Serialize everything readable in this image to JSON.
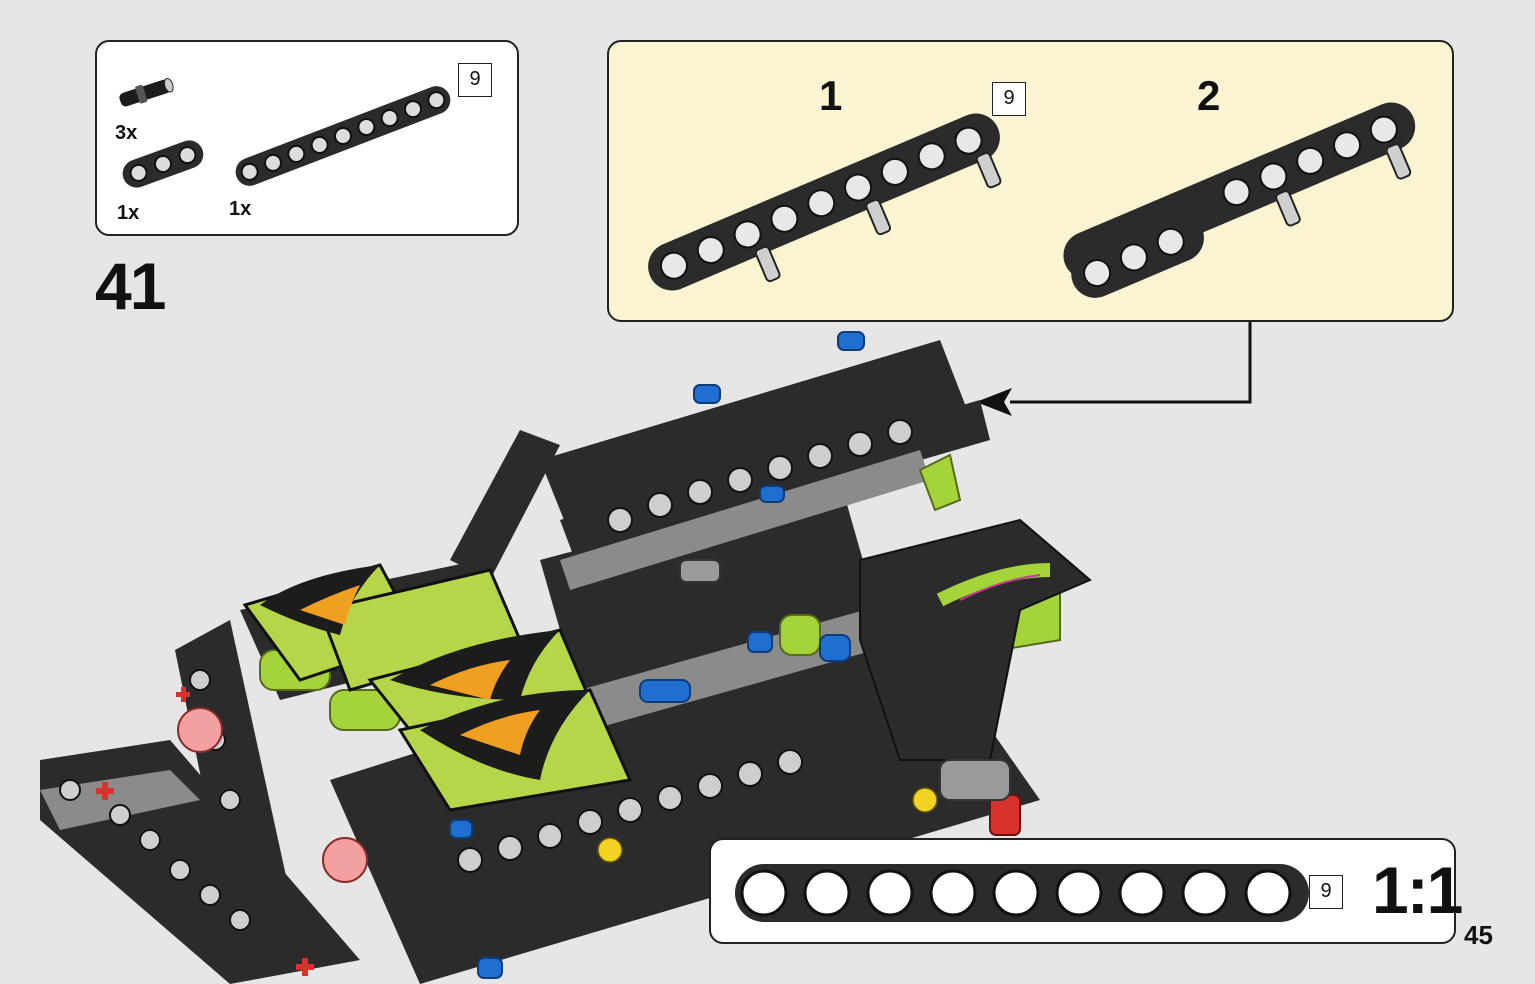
{
  "page_number": "45",
  "step_number": "41",
  "parts_callout": {
    "items": [
      {
        "qty": "3x",
        "part": "pin"
      },
      {
        "qty": "1x",
        "part": "beam-3"
      },
      {
        "qty": "1x",
        "part": "beam-9"
      }
    ],
    "box_number": "9"
  },
  "sub_assembly": {
    "steps": [
      {
        "number": "1",
        "box_number": "9"
      },
      {
        "number": "2"
      }
    ],
    "background": "#fbf4d3"
  },
  "scale_callout": {
    "ratio": "1:1",
    "box_number": "9",
    "holes": 9
  },
  "colors": {
    "page_bg": "#e6e6e6",
    "lime": "#a4d33a",
    "beam": "#2b2b2b",
    "blue": "#1f6fd1",
    "red": "#d8322c",
    "yellow": "#f2d324"
  }
}
